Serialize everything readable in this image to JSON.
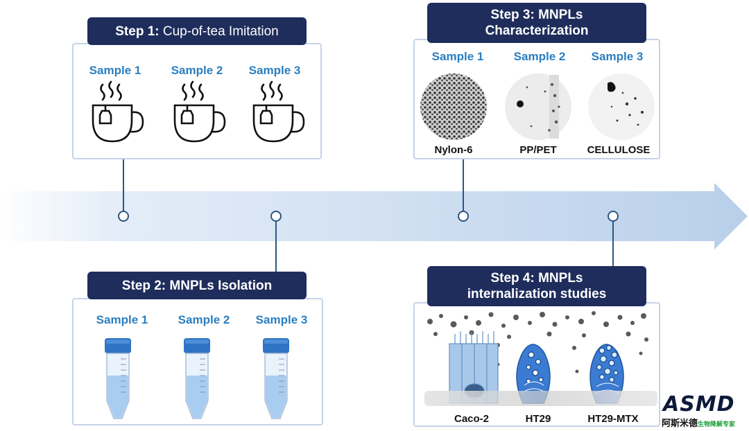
{
  "step1": {
    "title_bold": "Step 1:",
    "title_rest": " Cup-of-tea Imitation",
    "samples": [
      "Sample 1",
      "Sample 2",
      "Sample 3"
    ]
  },
  "step2": {
    "title": "Step 2: MNPLs Isolation",
    "samples": [
      "Sample 1",
      "Sample 2",
      "Sample 3"
    ]
  },
  "step3": {
    "title_line1": "Step 3: MNPLs",
    "title_line2": "Characterization",
    "samples": [
      "Sample 1",
      "Sample 2",
      "Sample 3"
    ],
    "materials": [
      "Nylon-6",
      "PP/PET",
      "CELLULOSE"
    ]
  },
  "step4": {
    "title_line1": "Step 4: MNPLs",
    "title_line2": "internalization studies",
    "cells": [
      "Caco-2",
      "HT29",
      "HT29-MTX"
    ]
  },
  "logo": {
    "name": "ASMD",
    "cn": "阿斯米德",
    "cn_tag": "生物降解专家"
  },
  "colors": {
    "header_bg": "#1f2d5c",
    "sample_blue": "#2a7ec0",
    "panel_border": "#c5d3e8",
    "arrow": "#c8d9ef",
    "connector": "#2c5680"
  },
  "icons": {
    "step1": "tea-cup-icon",
    "step2": "centrifuge-tube-icon",
    "step3": "microscopy-image",
    "step4": "cell-illustration"
  }
}
